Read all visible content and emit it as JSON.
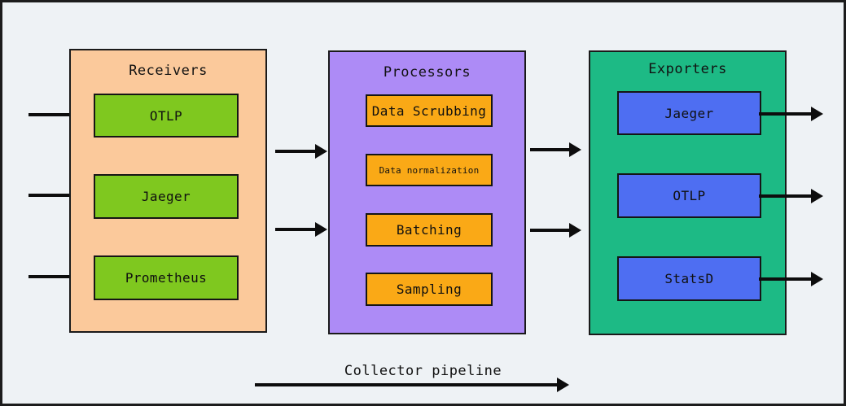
{
  "diagram": {
    "title": "",
    "background_color": "#eef2f5",
    "border_color": "#1c1c1c",
    "caption": "Collector pipeline",
    "groups": [
      {
        "id": "receivers",
        "label": "Receivers",
        "fill": "#fbc99b",
        "nodes": [
          {
            "label": "OTLP",
            "fill": "#7fc81f"
          },
          {
            "label": "Jaeger",
            "fill": "#7fc81f"
          },
          {
            "label": "Prometheus",
            "fill": "#7fc81f"
          }
        ]
      },
      {
        "id": "processors",
        "label": "Processors",
        "fill": "#ad8bf6",
        "nodes": [
          {
            "label": "Data Scrubbing",
            "fill": "#faa916"
          },
          {
            "label": "Data normalization",
            "fill": "#faa916"
          },
          {
            "label": "Batching",
            "fill": "#faa916"
          },
          {
            "label": "Sampling",
            "fill": "#faa916"
          }
        ]
      },
      {
        "id": "exporters",
        "label": "Exporters",
        "fill": "#1dba85",
        "nodes": [
          {
            "label": "Jaeger",
            "fill": "#4e6ef2"
          },
          {
            "label": "OTLP",
            "fill": "#4e6ef2"
          },
          {
            "label": "StatsD",
            "fill": "#4e6ef2"
          }
        ]
      }
    ],
    "connectors": {
      "ingress_count": 3,
      "receivers_to_processors_count": 2,
      "processors_to_exporters_count": 2,
      "egress_count": 3,
      "color": "#0d0d0d"
    }
  }
}
